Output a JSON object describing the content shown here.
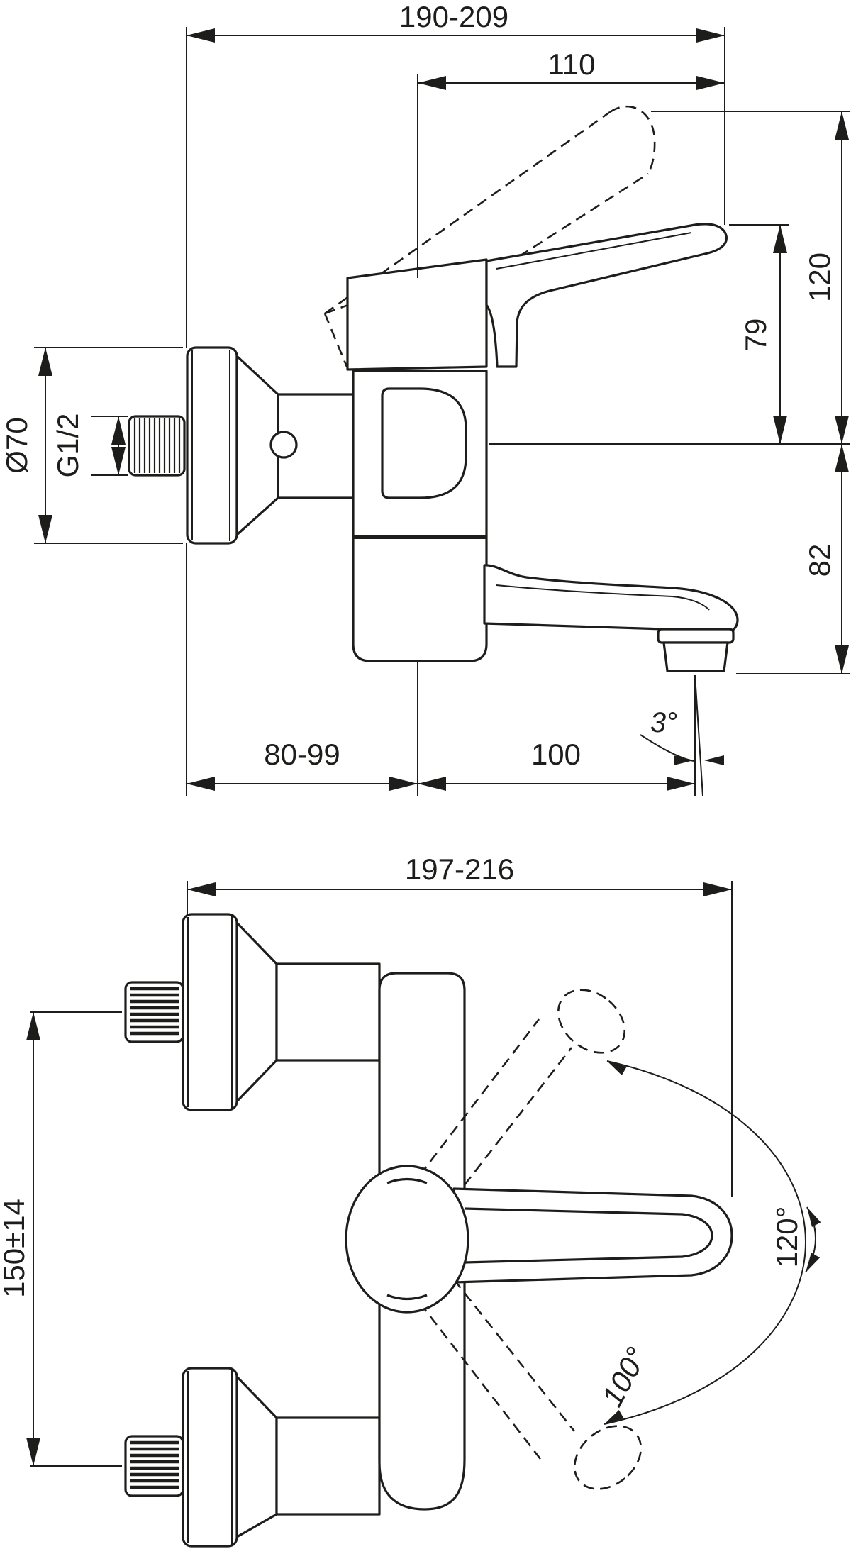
{
  "side_view": {
    "total_reach": "190-209",
    "handle_length": "110",
    "handle_raised_height": "120",
    "handle_height": "79",
    "spout_drop": "82",
    "flange_diameter": "Ø70",
    "thread_size": "G1/2",
    "wall_offset": "80-99",
    "spout_reach": "100",
    "spout_angle": "3°"
  },
  "plan_view": {
    "total_reach": "197-216",
    "inlet_spacing": "150±14",
    "handle_swing_angle": "100°",
    "handle_lift_angle": "120°"
  },
  "style": {
    "line_color": "#1d1d1b",
    "background_color": "#ffffff"
  }
}
